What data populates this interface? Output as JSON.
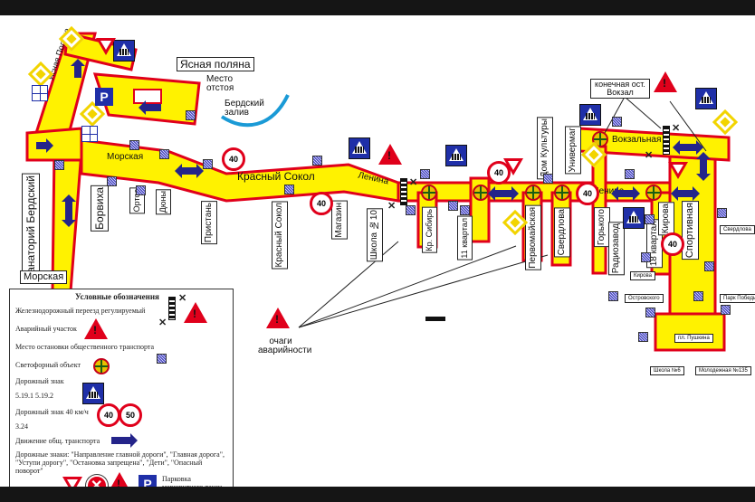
{
  "map": {
    "streets": {
      "yasnaya": "Ясная Поляна",
      "morskaya": "Морская",
      "krasny_sokol": "Красный Сокол",
      "lenina": "Ленина",
      "lenina2": "Ленина",
      "vokzalnaya": "Вокзальная",
      "sanatoriy": "Санаторий Бердский",
      "morskaya_box": "Морская",
      "borvikha": "Борвиха",
      "ortos": "Ортос",
      "dyuny": "Дюны",
      "pristan": "Пристань",
      "krasny_sokol_stop": "Красный Сокол",
      "magazin": "Магазин",
      "shkola10": "Школа №10",
      "kr_sibir": "Кр. Сибирь",
      "kvartal11": "11 квартал",
      "dom_kultury": "Дом Культуры",
      "pervomayskaya": "Первомайская",
      "sverdlova": "Свердлова",
      "univermag": "Универмаг",
      "gorkogo": "Горького",
      "radiozavod": "Радиозавод",
      "kvartal18": "18 квартал",
      "kirova": "Кирова",
      "sportivnaya": "Спортивная"
    },
    "places": {
      "yasnaya_box": "Ясная поляна",
      "mesto_otstoya": "Место отстоя",
      "berdsky_zaliv": "Бердский залив",
      "konechnaya": "конечная ост. Вокзал",
      "ochagi": "очаги аварийности",
      "sevastopol": "Свердлова",
      "park_pobedy": "Парк Победы",
      "ostrovskogo": "Островского",
      "pl_pushkina": "пл. Пушкина",
      "shkola6": "Школа №6",
      "molodezhnaya": "Молодежная №135",
      "korova": "Кирова"
    },
    "speed_signs": [
      "40",
      "40",
      "40",
      "40",
      "40"
    ]
  },
  "legend": {
    "title": "Условные обозначения",
    "items": [
      "Железнодорожный переезд регулируемый",
      "Аварийный участок",
      "Место остановки общественного транспорта",
      "Светофорный объект",
      "Дорожный знак",
      "5.19.1  5.19.2",
      "Дорожный знак 40 км/ч",
      "3.24",
      "Движение общ. транспорта",
      "Дорожные знаки: \"Направление главной дороги\", \"Главная дорога\", \"Уступи дорогу\", \"Остановка запрещена\", \"Дети\", \"Опасный поворот\"",
      "Парковка маршрутного такси"
    ],
    "speed_a": "40",
    "speed_b": "50",
    "parking_letter": "P"
  },
  "colors": {
    "road_fill": "#fff200",
    "road_edge": "#e0001b",
    "route_arrow": "#24248a",
    "water": "#1a9ad6"
  }
}
